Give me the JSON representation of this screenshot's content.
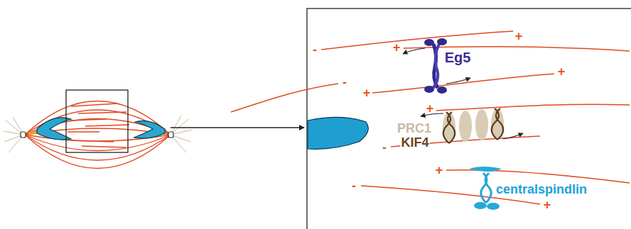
{
  "diagram": {
    "labels": [
      "-",
      "+",
      "+",
      "+",
      "+",
      "-",
      "+",
      "-",
      "+",
      "-",
      "+",
      "Eg5",
      "PRC1",
      "KIF4",
      "centralspindlin"
    ]
  }
}
